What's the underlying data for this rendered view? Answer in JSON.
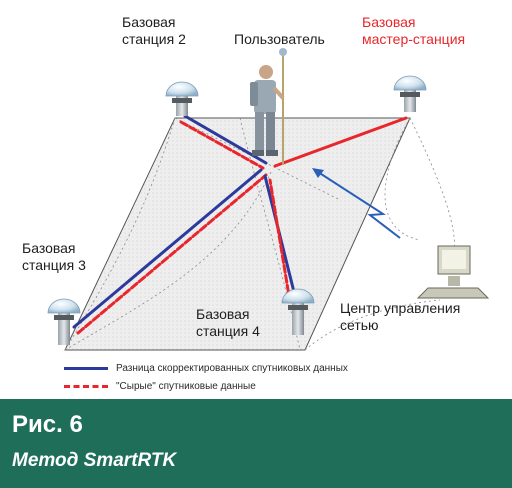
{
  "labels": {
    "base_station_2": [
      "Базовая",
      "станция 2"
    ],
    "user": "Пользователь",
    "master_station": [
      "Базовая",
      "мастер-станция"
    ],
    "base_station_3": [
      "Базовая",
      "станция 3"
    ],
    "base_station_4": [
      "Базовая",
      "станция 4"
    ],
    "control_center": [
      "Центр управления",
      "сетью"
    ]
  },
  "legend": [
    {
      "text": "Разница скорректированных спутниковых данных",
      "color": "#2b3a9c",
      "style": "solid"
    },
    {
      "text": "\"Сырые\" спутниковые данные",
      "color": "#e8262b",
      "style": "dashed"
    }
  ],
  "caption": {
    "number": "Рис. 6",
    "title": "Метод SmartRTK",
    "background": "#1e6e5a"
  },
  "colors": {
    "blue_line": "#2b3a9c",
    "red_line": "#e8262b",
    "red_label": "#e8262b"
  },
  "icons": [
    "antenna-icon",
    "surveyor-icon",
    "computer-icon",
    "signal-arrow-icon"
  ]
}
